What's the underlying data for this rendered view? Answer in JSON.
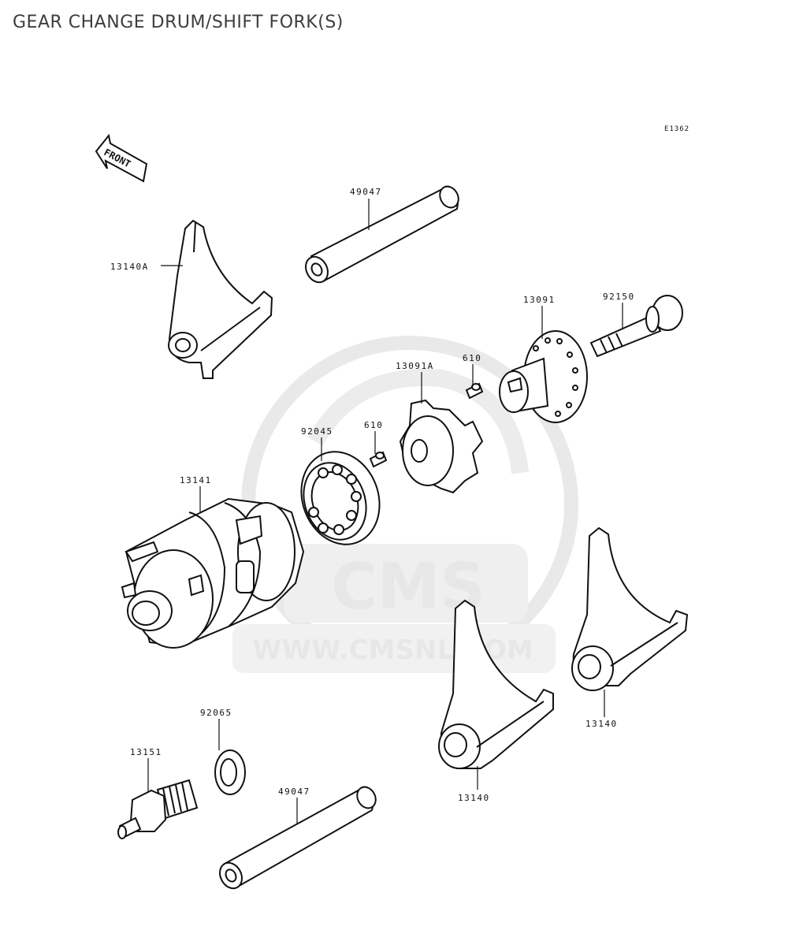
{
  "title": "GEAR CHANGE DRUM/SHIFT FORK(S)",
  "reference_code": "E1362",
  "front_label": "FRONT",
  "parts": [
    {
      "id": "p-49047-top",
      "number": "49047"
    },
    {
      "id": "p-13140a",
      "number": "13140A"
    },
    {
      "id": "p-13091",
      "number": "13091"
    },
    {
      "id": "p-92150",
      "number": "92150"
    },
    {
      "id": "p-610-a",
      "number": "610"
    },
    {
      "id": "p-13091a",
      "number": "13091A"
    },
    {
      "id": "p-610-b",
      "number": "610"
    },
    {
      "id": "p-92045",
      "number": "92045"
    },
    {
      "id": "p-13141",
      "number": "13141"
    },
    {
      "id": "p-92065",
      "number": "92065"
    },
    {
      "id": "p-13151",
      "number": "13151"
    },
    {
      "id": "p-49047-bottom",
      "number": "49047"
    },
    {
      "id": "p-13140-a",
      "number": "13140"
    },
    {
      "id": "p-13140-b",
      "number": "13140"
    }
  ],
  "watermark": {
    "brand": "CMS",
    "url": "WWW.CMSNL.COM"
  }
}
